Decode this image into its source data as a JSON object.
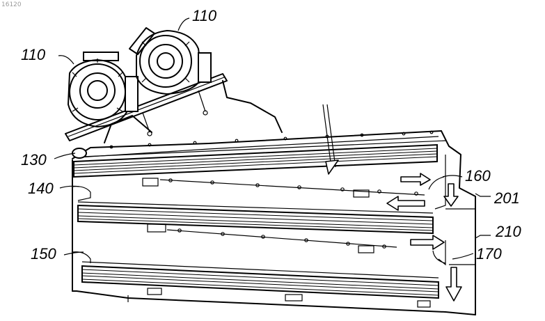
{
  "figure_id": "16120",
  "labels": {
    "motor_left": "110",
    "motor_right": "110",
    "deck_top": "130",
    "deck_middle": "140",
    "deck_bottom": "150",
    "upper_flow": "160",
    "lower_flow": "170",
    "panel_201": "201",
    "panel_210": "210"
  },
  "colors": {
    "ink": "#000000",
    "paper": "#ffffff",
    "corner_id": "#9a9a9a"
  }
}
